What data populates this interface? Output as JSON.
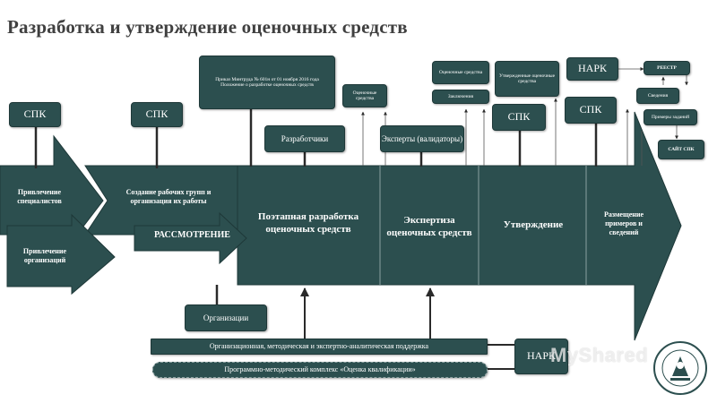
{
  "page": {
    "title": "Разработка и утверждение оценочных средств"
  },
  "spk_label": "СПК",
  "nark_label": "НАРК",
  "docs": {
    "order": "Приказ Минтруда № 601н от 01 ноября 2016 года Положение о разработке оценочных средств",
    "eval_tools": "Оценочные средства",
    "eval_tools_top": "Оценочные средства",
    "conclusions": "Заключения",
    "approved_tools": "Утвержденные оценочные средства",
    "registry": "РЕЕСТР",
    "info": "Сведения",
    "task_examples": "Примеры заданий",
    "spk_site": "САЙТ СПК"
  },
  "actors": {
    "developers": "Разработчики",
    "experts": "Эксперты (валидаторы)",
    "organizations": "Организации"
  },
  "arrow_labels": {
    "attract_specialists": "Привлечение специалистов",
    "create_groups": "Создание рабочих групп и организация их работы",
    "attract_orgs": "Привлечение организаций",
    "review_partial": "РАССМОТРЕНИЕ"
  },
  "stages": {
    "development": "Поэтапная разработка оценочных средств",
    "expertise": "Экспертиза оценочных средств",
    "approval": "Утверждение",
    "placement": "Размещение примеров и сведений"
  },
  "support": {
    "org_support": "Организационная, методическая и экспертно-аналитическая поддержка",
    "software": "Программно-методический комплекс «Оценка квалификации»"
  },
  "watermark": "MyShared",
  "colors": {
    "box": "#2c4f4f",
    "box_border": "#1e3838",
    "title": "#404040",
    "line": "#2a2a2a"
  }
}
